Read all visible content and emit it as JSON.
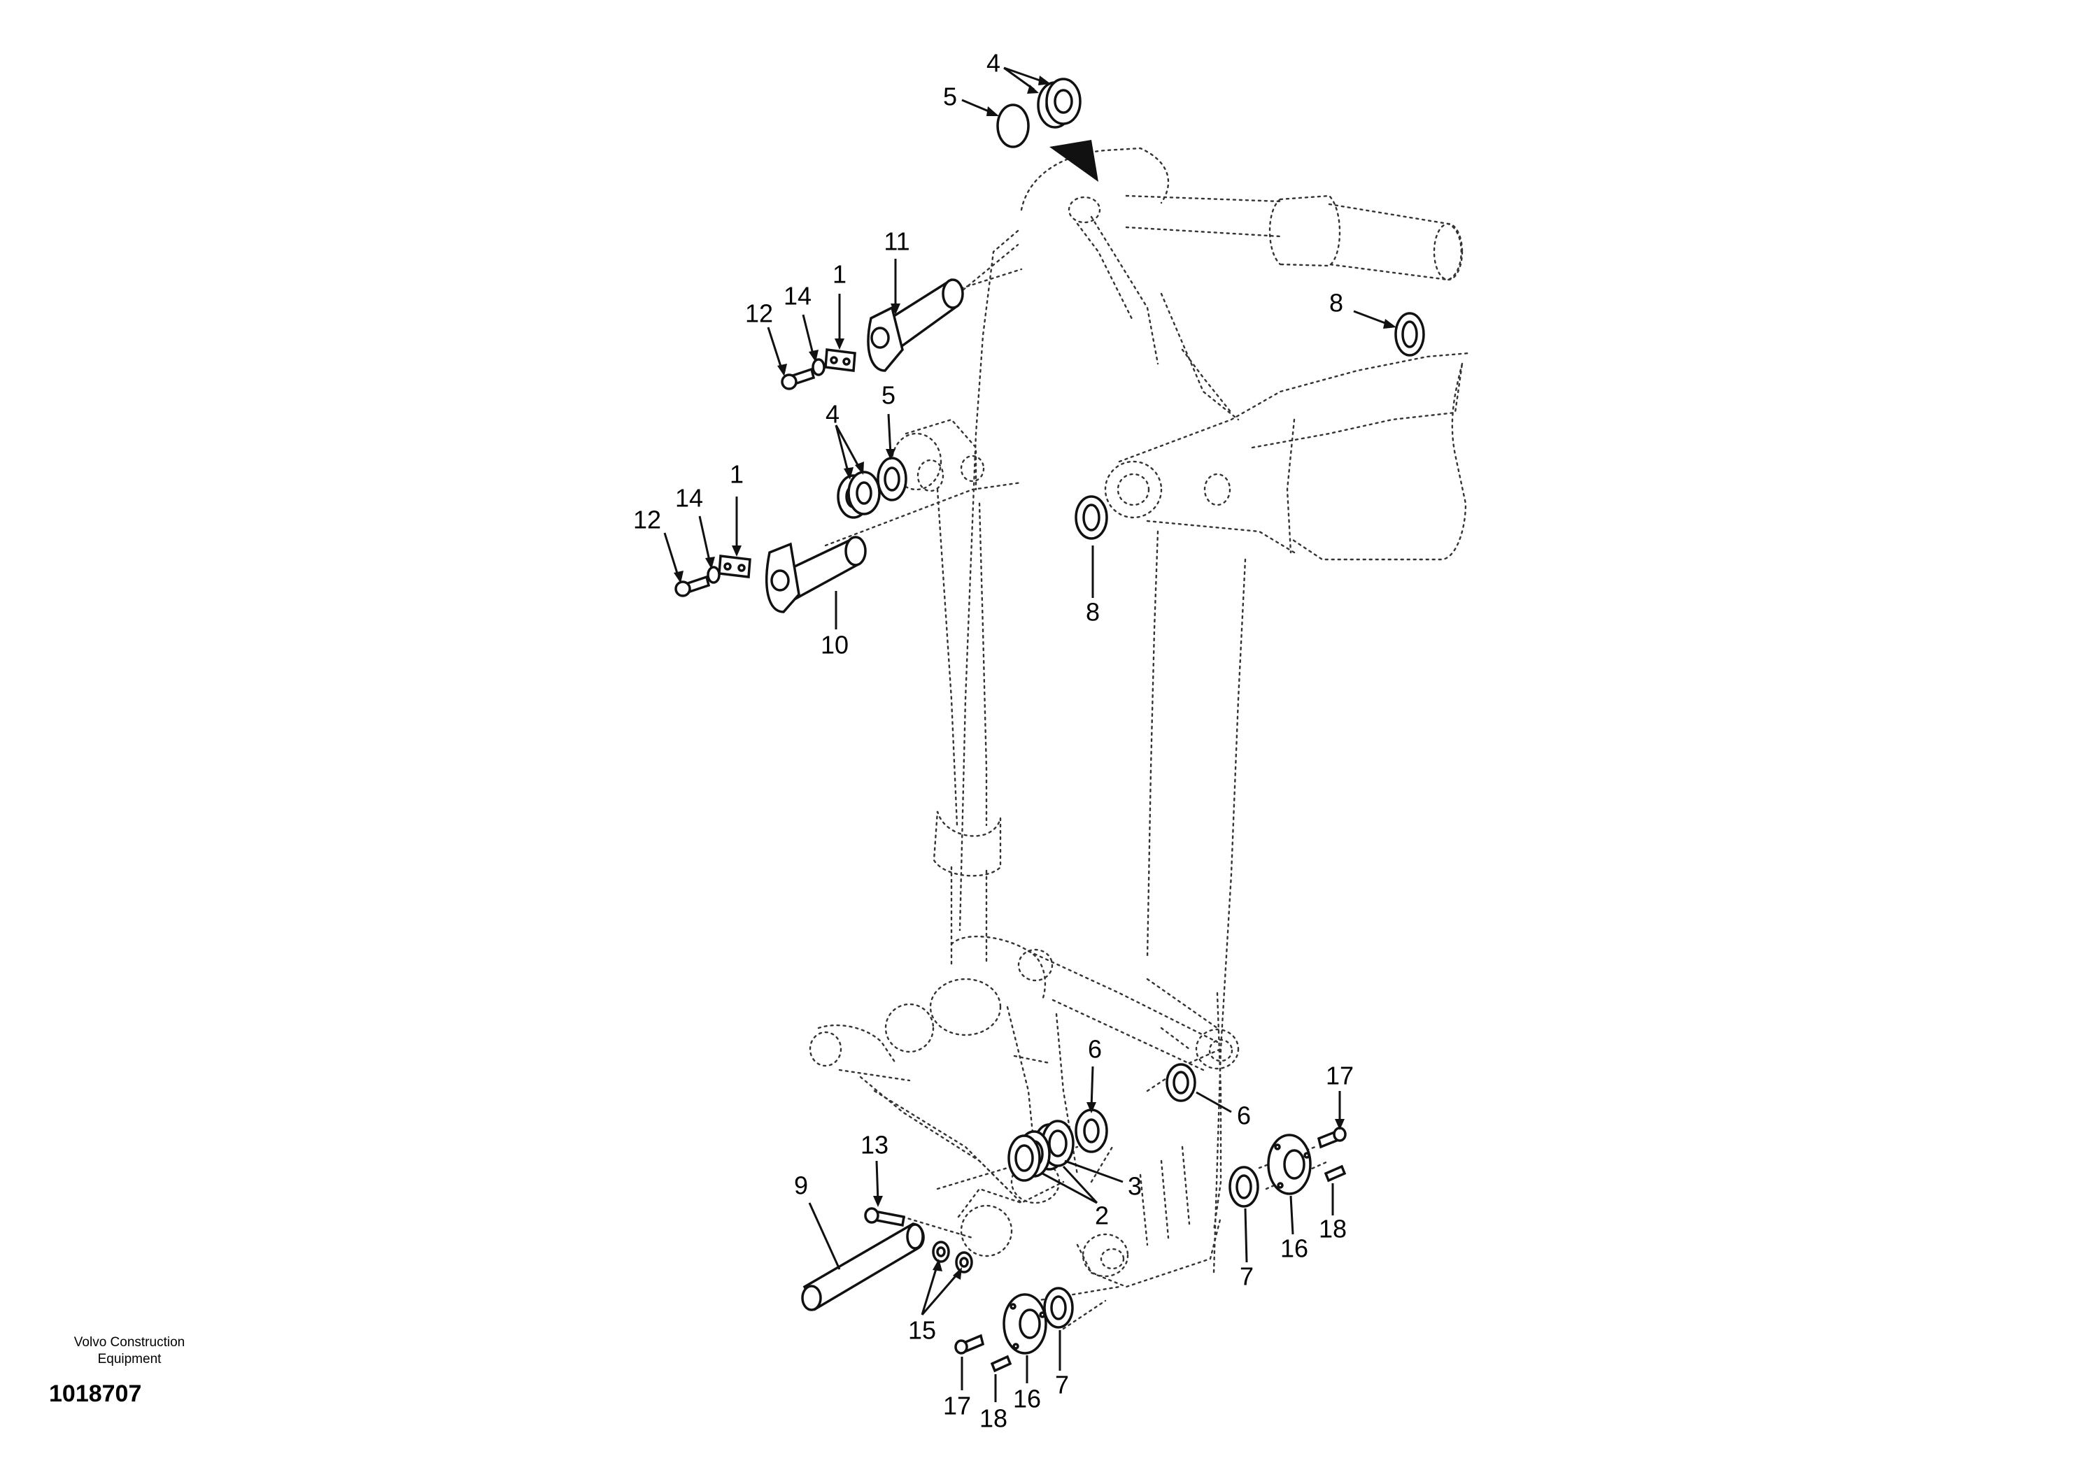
{
  "footer": {
    "company_line1": "Volvo Construction",
    "company_line2": "Equipment",
    "drawing_number": "1018707"
  },
  "callouts": {
    "c4_top": "4",
    "c5_top": "5",
    "c11": "11",
    "c1_upper": "1",
    "c14_upper": "14",
    "c12_upper": "12",
    "c8_right": "8",
    "c4_mid": "4",
    "c5_mid": "5",
    "c1_lower": "1",
    "c14_lower": "14",
    "c12_lower": "12",
    "c10": "10",
    "c8_left": "8",
    "c6_upper": "6",
    "c6_right": "6",
    "c17_right": "17",
    "c13": "13",
    "c9": "9",
    "c3": "3",
    "c2": "2",
    "c16_right": "16",
    "c18_right": "18",
    "c7_right": "7",
    "c15": "15",
    "c17_bottom": "17",
    "c18_bottom": "18",
    "c16_bottom": "16",
    "c7_bottom": "7"
  }
}
